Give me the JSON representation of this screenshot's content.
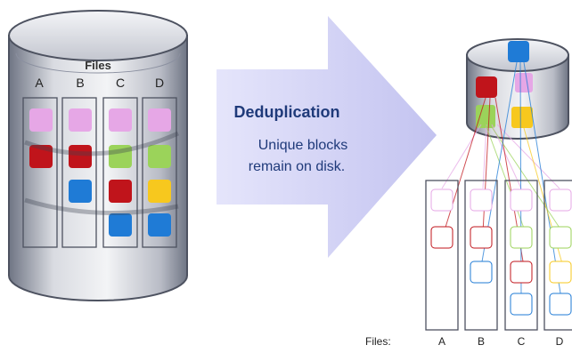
{
  "left_store": {
    "title": "Files",
    "columns": [
      "A",
      "B",
      "C",
      "D"
    ]
  },
  "arrow": {
    "title": "Deduplication",
    "description_line1": "Unique blocks",
    "description_line2": "remain on disk."
  },
  "right_store": {
    "files_label": "Files:",
    "columns": [
      "A",
      "B",
      "C",
      "D"
    ]
  },
  "colors": {
    "pink": "#e6a7e6",
    "red": "#c0141b",
    "green": "#9bd35a",
    "blue": "#1f7bd6",
    "yellow": "#f7c81e",
    "arrow_fill": "#d2d2f4",
    "cylinder": "#9ea4b3"
  }
}
